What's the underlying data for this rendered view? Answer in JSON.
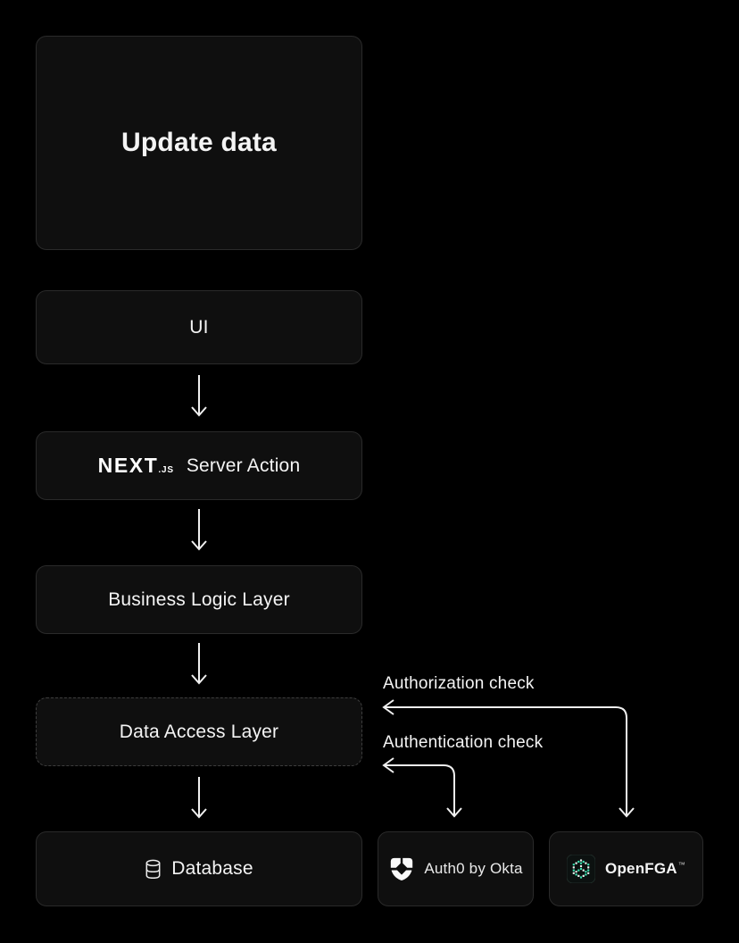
{
  "colors": {
    "background": "#000000",
    "box_fill": "#0f0f0f",
    "box_border": "#2a2a2a",
    "dashed_border": "#3e3e3e",
    "text": "#f4f4f4",
    "arrow": "#f0f0f0",
    "openfga_teal": "#3ae2b0",
    "logo_white": "#fafafa"
  },
  "nodes": {
    "update_data": "Update data",
    "ui": "UI",
    "next_wordmark": "NEXT",
    "next_wordmark_suffix": ".JS",
    "server_action": "Server Action",
    "business_logic_layer": "Business Logic Layer",
    "data_access_layer": "Data Access Layer",
    "database": "Database",
    "auth0": "Auth0 by Okta",
    "openfga": "OpenFGA",
    "openfga_trademark": "™"
  },
  "annotations": {
    "authorization": "Authorization check",
    "authentication": "Authentication check"
  }
}
